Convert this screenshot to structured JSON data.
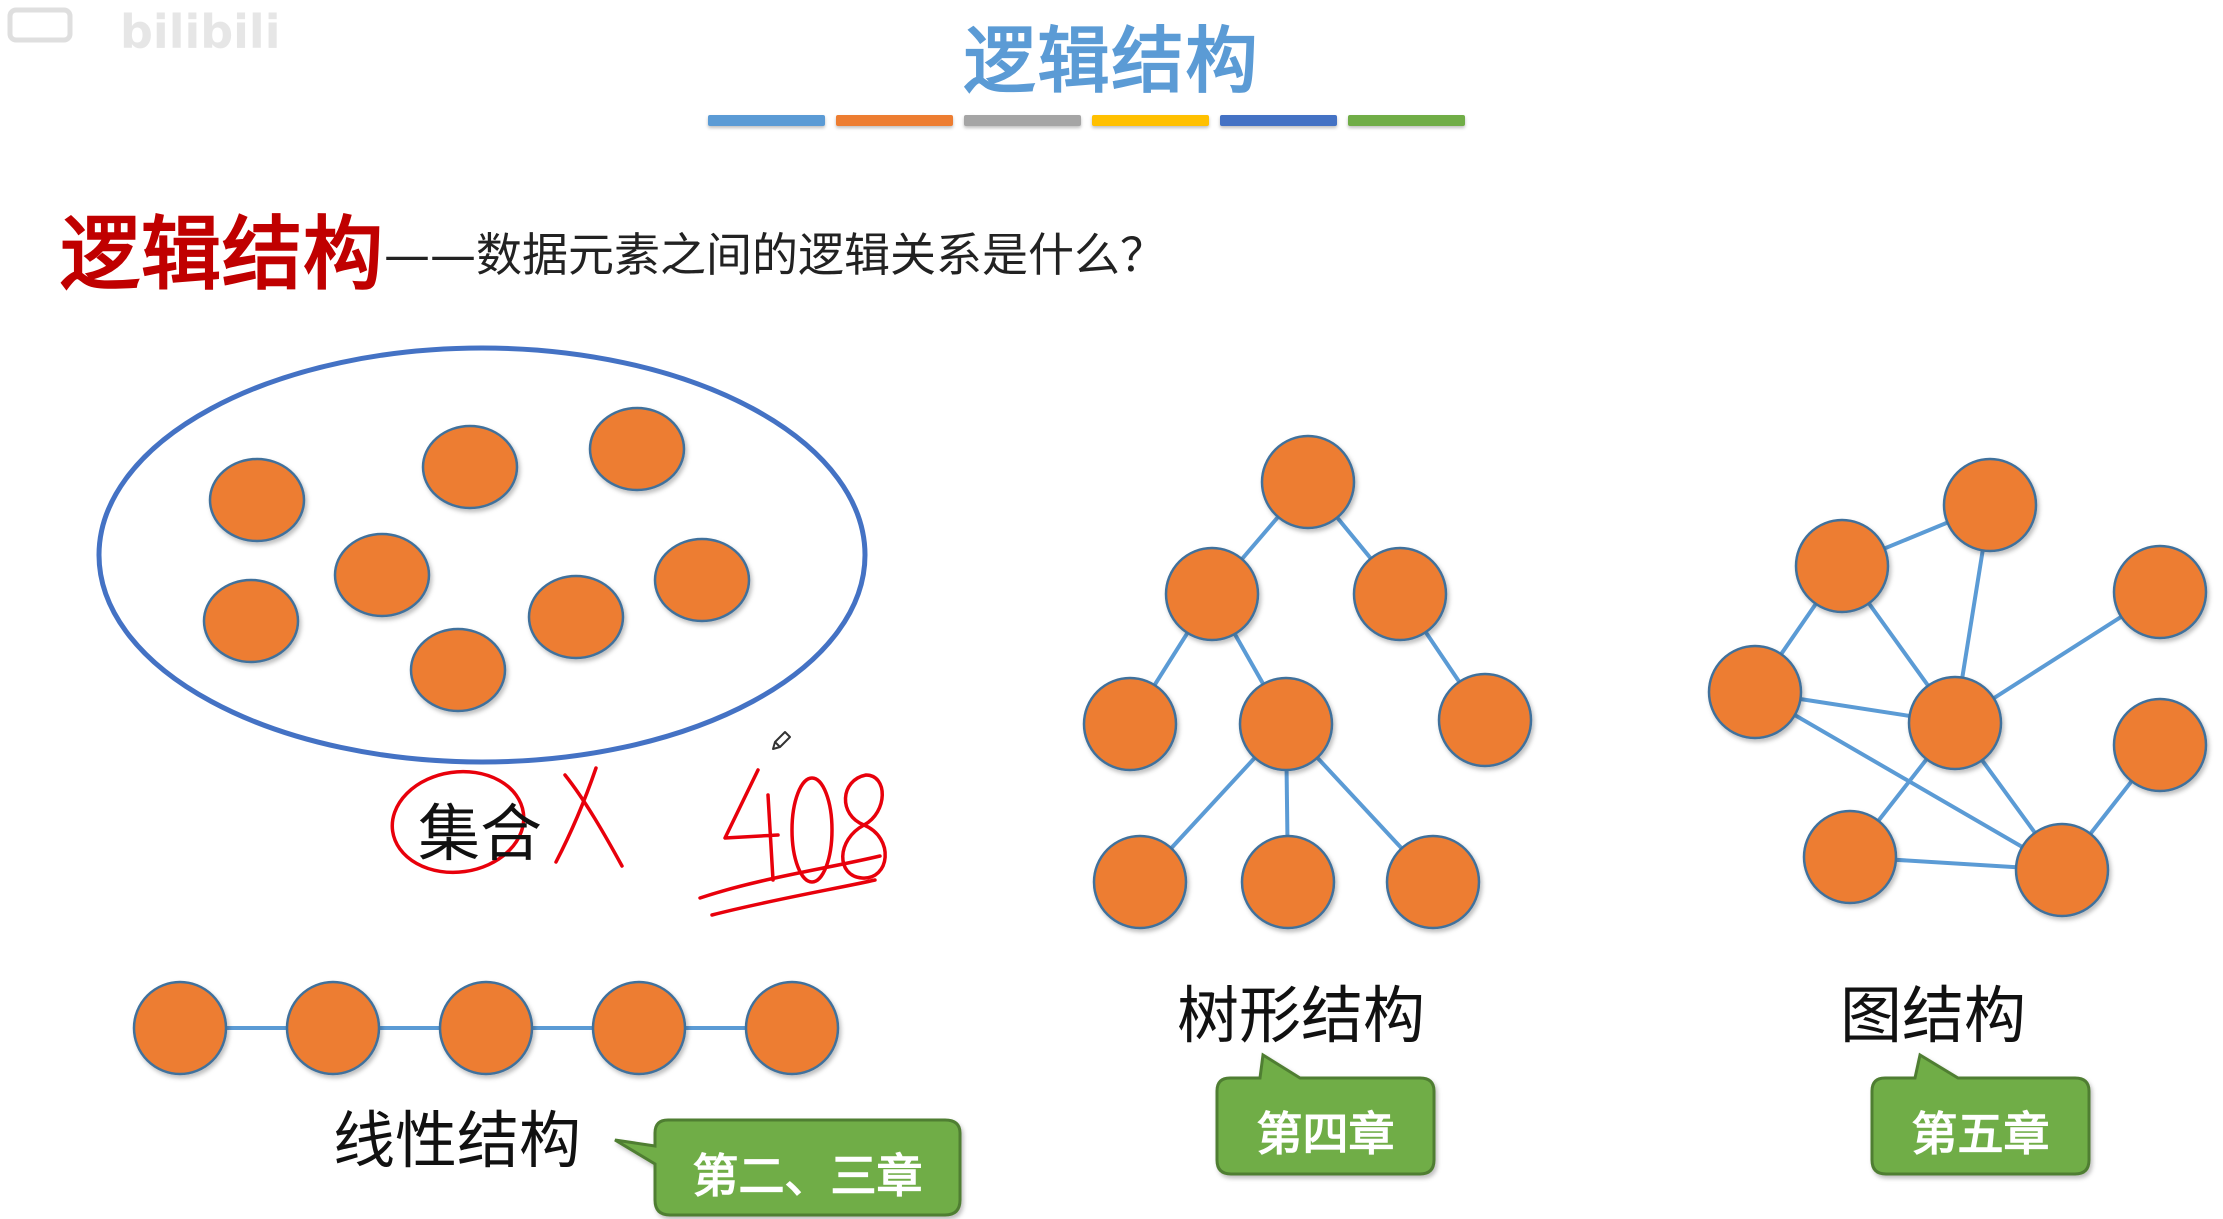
{
  "watermark": {
    "text": "bilibili"
  },
  "title": "逻辑结构",
  "color_bar": [
    "#5b9bd5",
    "#ed7d31",
    "#a5a5a5",
    "#ffc000",
    "#4472c4",
    "#70ad47"
  ],
  "heading": {
    "strong": "逻辑结构",
    "sub": "——数据元素之间的逻辑关系是什么？"
  },
  "structures": {
    "set": {
      "label": "集合"
    },
    "linear": {
      "label": "线性结构",
      "callout": "第二、三章"
    },
    "tree": {
      "label": "树形结构",
      "callout": "第四章"
    },
    "graph": {
      "label": "图结构",
      "callout": "第五章"
    }
  },
  "annotation": {
    "cross": "X",
    "code": "408"
  },
  "colors": {
    "node_fill": "#ed7d31",
    "node_stroke": "#41719c",
    "edge": "#5b9bd5",
    "ellipse": "#4472c4",
    "callout_fill": "#70ad47",
    "callout_stroke": "#507e32",
    "ink": "#e8000b"
  }
}
